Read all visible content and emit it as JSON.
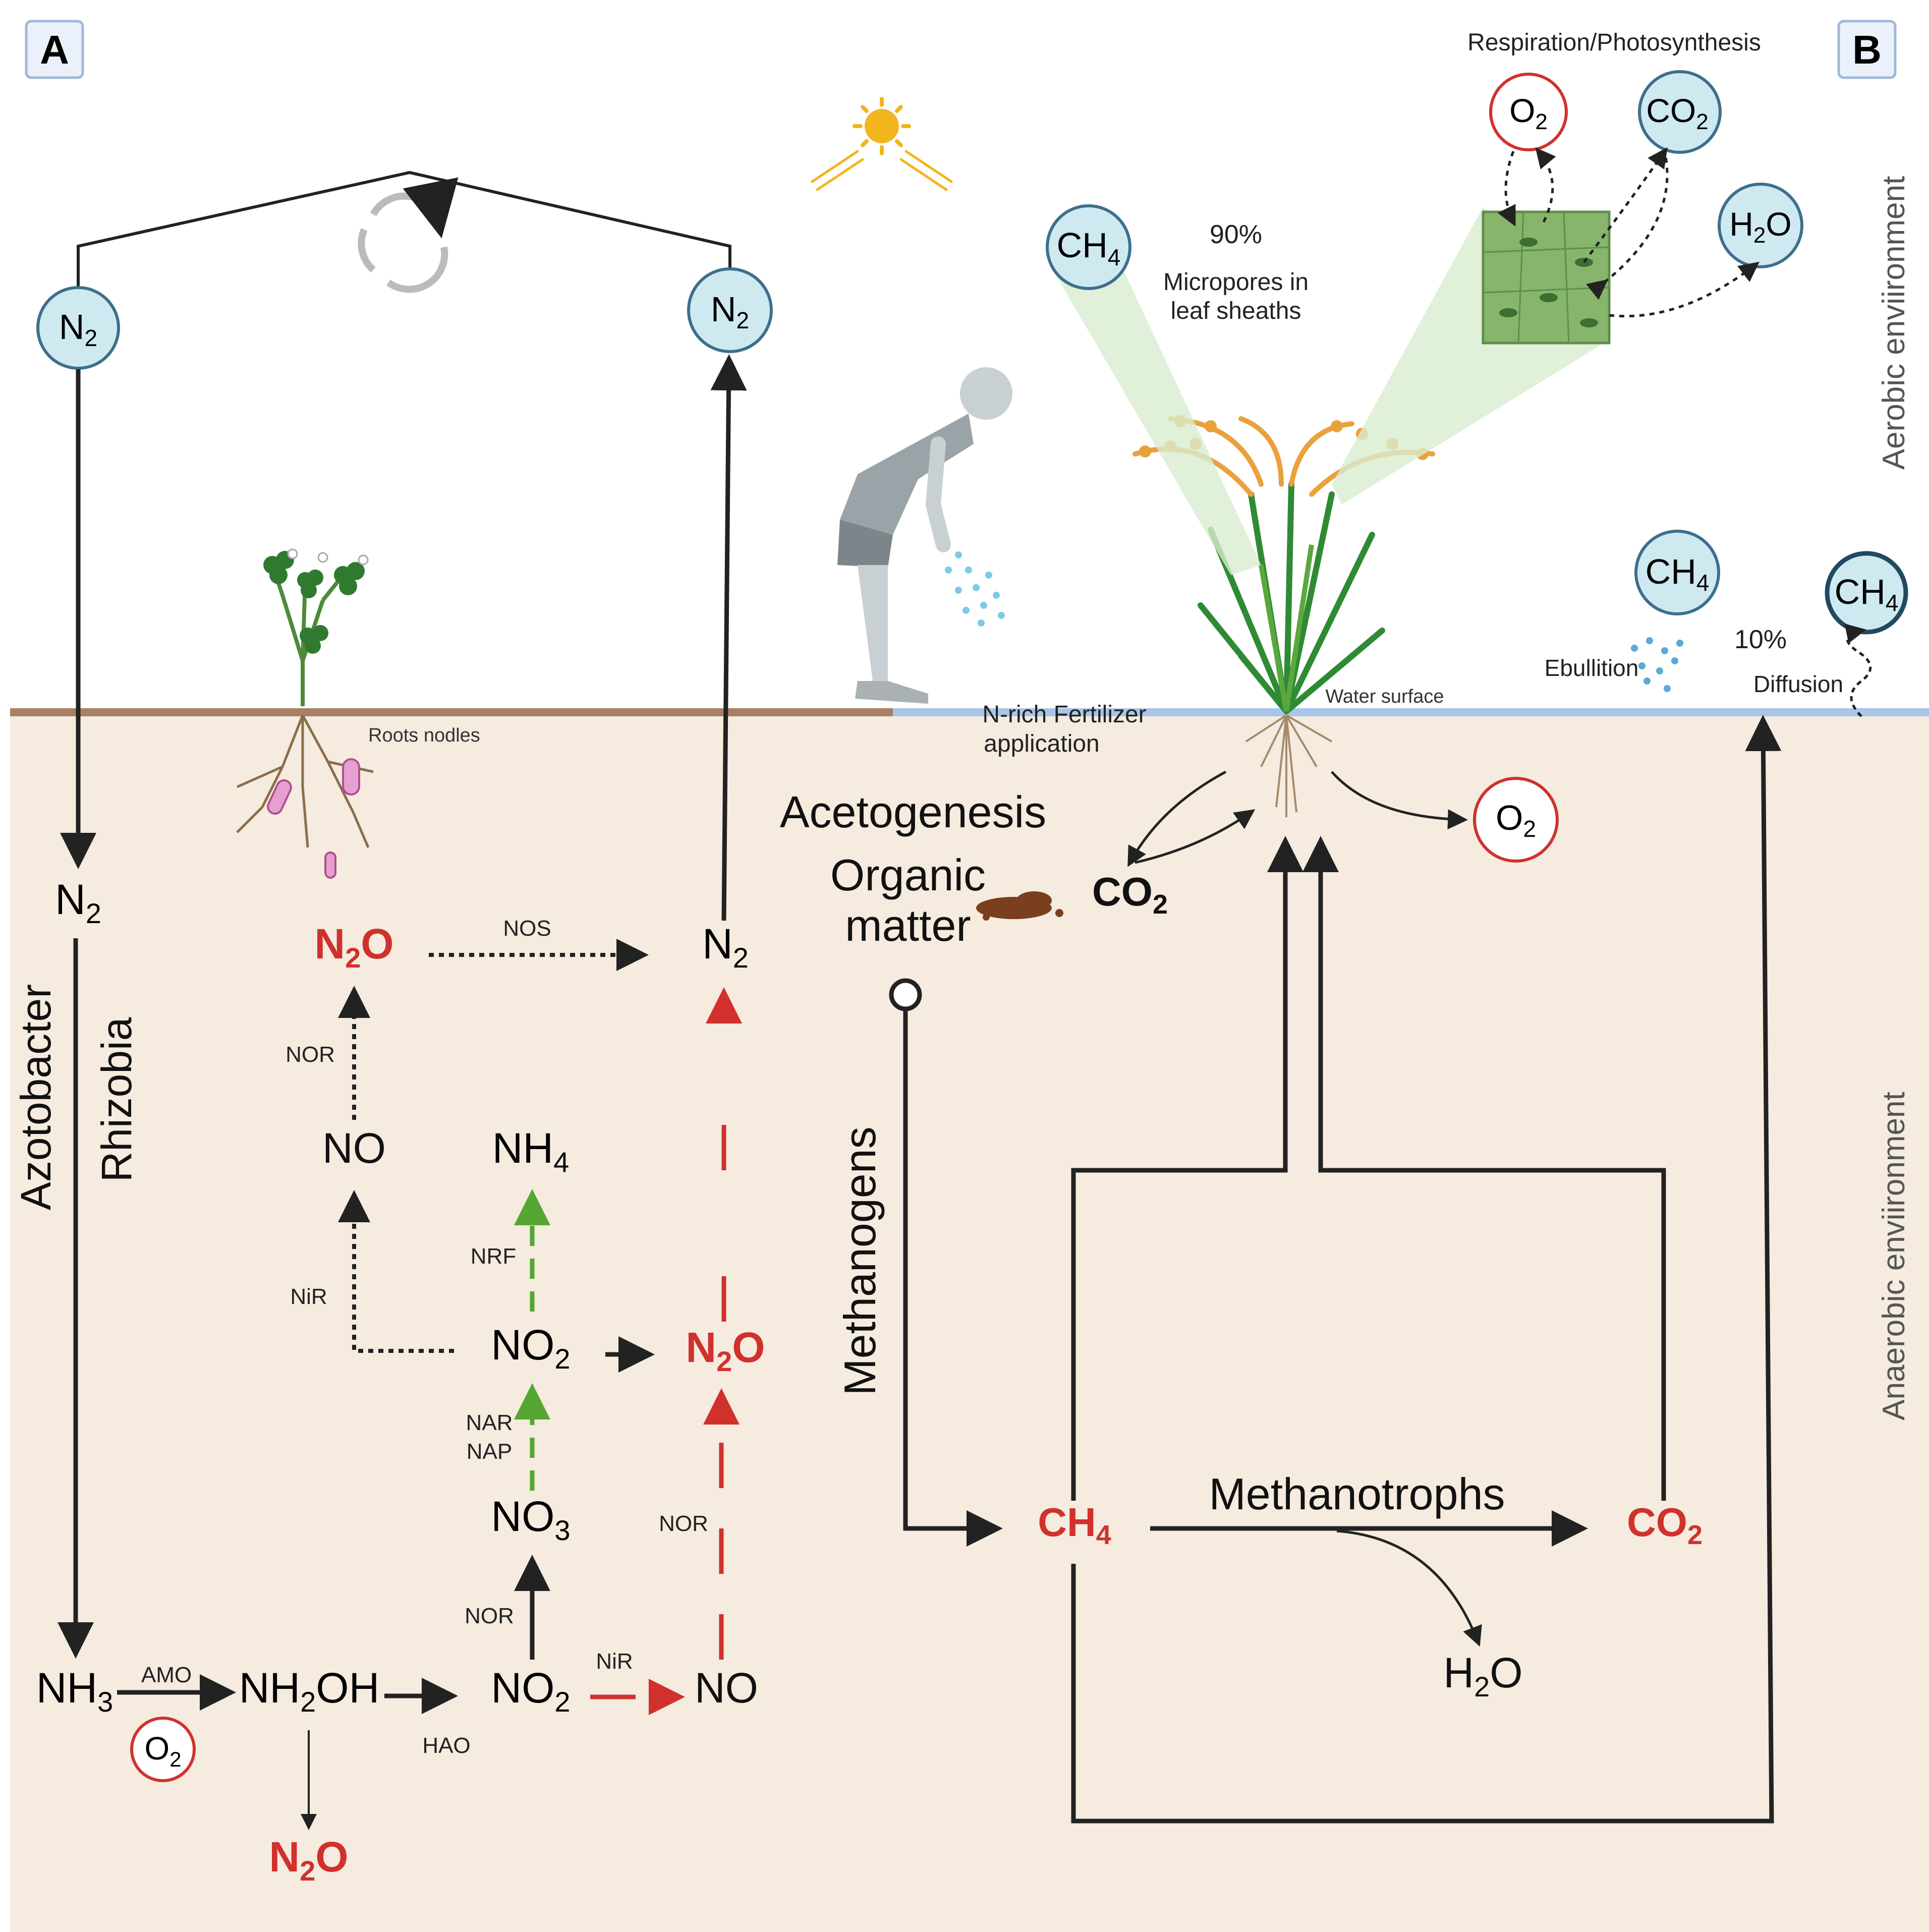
{
  "panel_a": {
    "badge": "A"
  },
  "panel_b": {
    "badge": "B"
  },
  "side_labels": {
    "aerobic": "Aerobic enviironment",
    "anaerobic": "Anaerobic enviironment"
  },
  "colors": {
    "soil": "#f5ebdf",
    "ground_line": "#a97f66",
    "water_line": "#a9c5e8",
    "bubble_fill": "#cfe9f1",
    "bubble_stroke": "#3c6f8c",
    "red": "#d0312d",
    "green": "#55a632",
    "sun": "#f2b51d",
    "leaf_patch": "#86b56b"
  },
  "nitrogen": {
    "n2_atm_left": {
      "main": "N",
      "sub": "2"
    },
    "n2_atm_right": {
      "main": "N",
      "sub": "2"
    },
    "n2_soil": {
      "main": "N",
      "sub": "2"
    },
    "n2_denit": {
      "main": "N",
      "sub": "2"
    },
    "n2o_top": {
      "main": "N",
      "sub": "2",
      "tail": "O"
    },
    "n2o_mid": {
      "main": "N",
      "sub": "2",
      "tail": "O"
    },
    "n2o_bottom": {
      "main": "N",
      "sub": "2",
      "tail": "O"
    },
    "no_upper": "NO",
    "no_lower": "NO",
    "nh4": {
      "main": "NH",
      "sub": "4"
    },
    "no2_mid": {
      "main": "NO",
      "sub": "2"
    },
    "no3": {
      "main": "NO",
      "sub": "3"
    },
    "no2_low": {
      "main": "NO",
      "sub": "2"
    },
    "nh3": {
      "main": "NH",
      "sub": "3"
    },
    "nh2oh": {
      "main": "NH",
      "sub": "2",
      "tail": "OH"
    },
    "o2_nitrif": {
      "main": "O",
      "sub": "2"
    },
    "enzymes": {
      "nos": "NOS",
      "nor_upper": "NOR",
      "nir_upper": "NiR",
      "nrf": "NRF",
      "nar": "NAR",
      "nap": "NAP",
      "nor_lower": "NOR",
      "nor_right": "NOR",
      "nir_lower": "NiR",
      "amo": "AMO",
      "hao": "HAO"
    },
    "azotobacter": "Azotobacter",
    "rhizobia": "Rhizobia",
    "roots_nodules": "Roots nodles"
  },
  "methane": {
    "acetogenesis": "Acetogenesis",
    "organic_matter_line1": "Organic",
    "organic_matter_line2": "matter",
    "co2_plant": {
      "main": "CO",
      "sub": "2"
    },
    "o2_root": {
      "main": "O",
      "sub": "2"
    },
    "methanogens": "Methanogens",
    "ch4": {
      "main": "CH",
      "sub": "4"
    },
    "methanotrophs": "Methanotrophs",
    "co2_oxid": {
      "main": "CO",
      "sub": "2"
    },
    "h2o_oxid": {
      "main": "H",
      "sub": "2",
      "tail": "O"
    },
    "fertilizer_line1": "N-rich Fertilizer",
    "fertilizer_line2": "application",
    "water_surface": "Water surface",
    "ch4_leaf": {
      "main": "CH",
      "sub": "4"
    },
    "pct_90": "90%",
    "micropores_line1": "Micropores in",
    "micropores_line2": "leaf sheaths",
    "resp_title": "Respiration/Photosynthesis",
    "o2_leaf": {
      "main": "O",
      "sub": "2"
    },
    "co2_leaf": {
      "main": "CO",
      "sub": "2"
    },
    "h2o_leaf": {
      "main": "H",
      "sub": "2",
      "tail": "O"
    },
    "ch4_ebullition": {
      "main": "CH",
      "sub": "4"
    },
    "ebullition": "Ebullition",
    "pct_10": "10%",
    "diffusion": "Diffusion",
    "ch4_diffusion": {
      "main": "CH",
      "sub": "4"
    }
  }
}
